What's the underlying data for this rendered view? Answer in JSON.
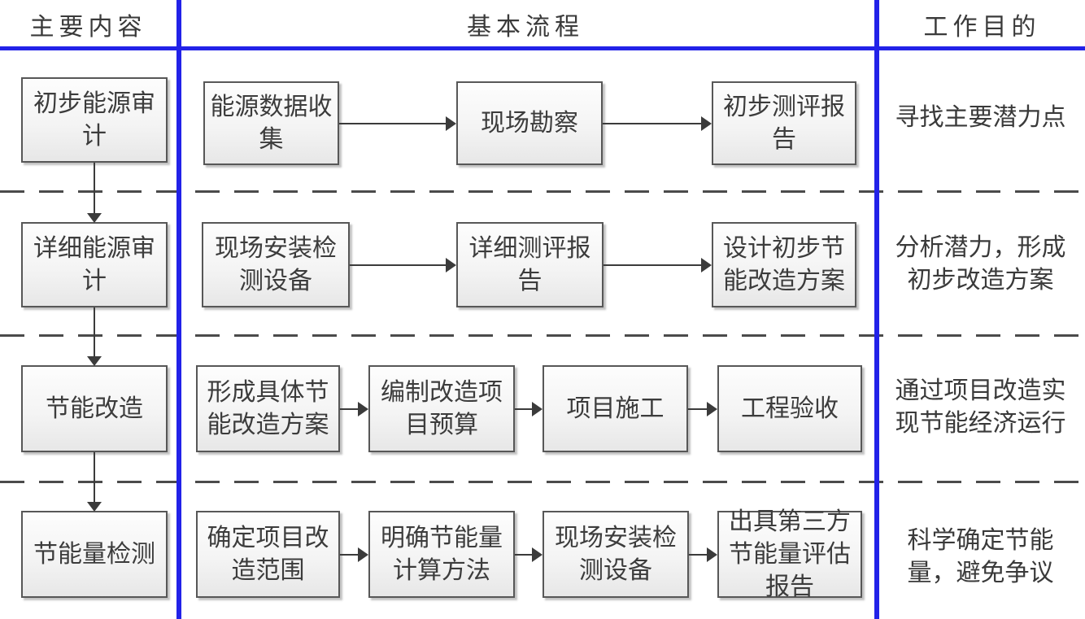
{
  "accent_blue": "#2222e8",
  "box_border_color": "#575757",
  "headers": {
    "col1": "主要内容",
    "col2": "基本流程",
    "col3": "工作目的"
  },
  "rows": [
    {
      "main": "初步能源审\n计",
      "steps": [
        "能源数据收\n集",
        "现场勘察",
        "初步测评报\n告"
      ],
      "purpose": "寻找主要潜力点"
    },
    {
      "main": "详细能源审\n计",
      "steps": [
        "现场安装检\n测设备",
        "详细测评报\n告",
        "设计初步节\n能改造方案"
      ],
      "purpose": "分析潜力，形成\n初步改造方案"
    },
    {
      "main": "节能改造",
      "steps": [
        "形成具体节\n能改造方案",
        "编制改造项\n目预算",
        "项目施工",
        "工程验收"
      ],
      "purpose": "通过项目改造实\n现节能经济运行"
    },
    {
      "main": "节能量检测",
      "steps": [
        "确定项目改\n造范围",
        "明确节能量\n计算方法",
        "现场安装检\n测设备",
        "出具第三方\n节能量评估\n报告"
      ],
      "purpose": "科学确定节能\n量，避免争议"
    }
  ]
}
